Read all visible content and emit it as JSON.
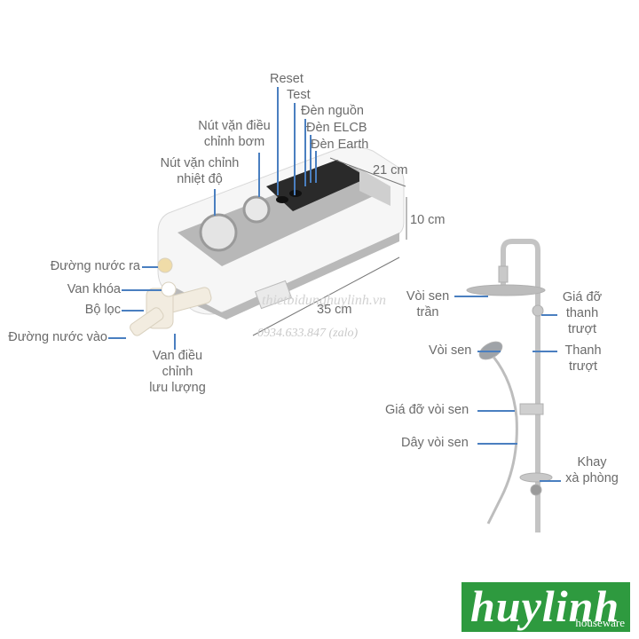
{
  "heater": {
    "labels": {
      "reset": "Reset",
      "test": "Test",
      "power_light": "Đèn nguồn",
      "elcb_light": "Đèn ELCB",
      "earth_light": "Đèn Earth",
      "pump_knob": [
        "Nút vặn điều",
        "chỉnh bơm"
      ],
      "temp_knob": [
        "Nút vặn chỉnh",
        "nhiệt độ"
      ],
      "water_out": "Đường nước ra",
      "lock_valve": "Van khóa",
      "filter": "Bộ lọc",
      "water_in": "Đường nước vào",
      "flow_valve": [
        "Van điều",
        "chỉnh",
        "lưu lượng"
      ]
    },
    "dimensions": {
      "depth": "21 cm",
      "height": "10 cm",
      "width": "35 cm"
    }
  },
  "shower": {
    "labels": {
      "overhead": [
        "Vòi sen",
        "trần"
      ],
      "slide_bracket": [
        "Giá đỡ",
        "thanh",
        "trượt"
      ],
      "handheld": "Vòi sen",
      "slide_bar": [
        "Thanh",
        "trượt"
      ],
      "holder": "Giá đỡ vòi sen",
      "hose": "Dây vòi sen",
      "soap_tray": [
        "Khay",
        "xà phòng"
      ]
    }
  },
  "watermark": {
    "site": "thietbidunghuylinh.vn",
    "phone": "0934.633.847 (zalo)"
  },
  "logo": {
    "brand": "huylinh",
    "tagline": "houseware",
    "color": "#2e9a3f"
  },
  "colors": {
    "leader_line": "#4a7fc0",
    "label_text": "#6b6b6b"
  }
}
